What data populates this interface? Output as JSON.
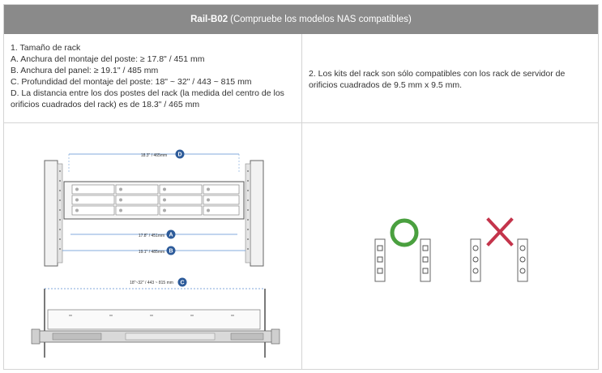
{
  "header": {
    "model": "Rail-B02",
    "subtitle": "(Compruebe los modelos NAS compatibles)"
  },
  "specs": {
    "title": "1. Tamaño de rack",
    "a": "A. Anchura del montaje del poste: ≥ 17.8\" / 451 mm",
    "b": "B. Anchura del panel: ≥ 19.1\" / 485 mm",
    "c": "C. Profundidad del montaje del poste: 18\" ~ 32\" / 443 ~ 815 mm",
    "d1": "D. La distancia entre los dos postes del rack (la medida del centro de los",
    "d2": "orificios cuadrados del rack) es de 18.3\" / 465 mm"
  },
  "note": {
    "line1": "2. Los kits del rack son sólo compatibles con los rack de servidor de",
    "line2": "orificios cuadrados de 9.5 mm x 9.5 mm."
  },
  "diagram": {
    "d_label": "18.3\" / 465mm",
    "a_label": "17.8\" / 451mm",
    "b_label": "19.1\" / 485mm",
    "c_label": "18\"~32\" / 443 ~ 815 mm",
    "badge_a": "A",
    "badge_b": "B",
    "badge_c": "C",
    "badge_d": "D"
  },
  "colors": {
    "header_bg": "#8a8a8a",
    "badge": "#2d5b9a",
    "dimension_line": "#5a8fd0",
    "ok_circle": "#4aa03f",
    "bad_cross": "#c4344b"
  }
}
